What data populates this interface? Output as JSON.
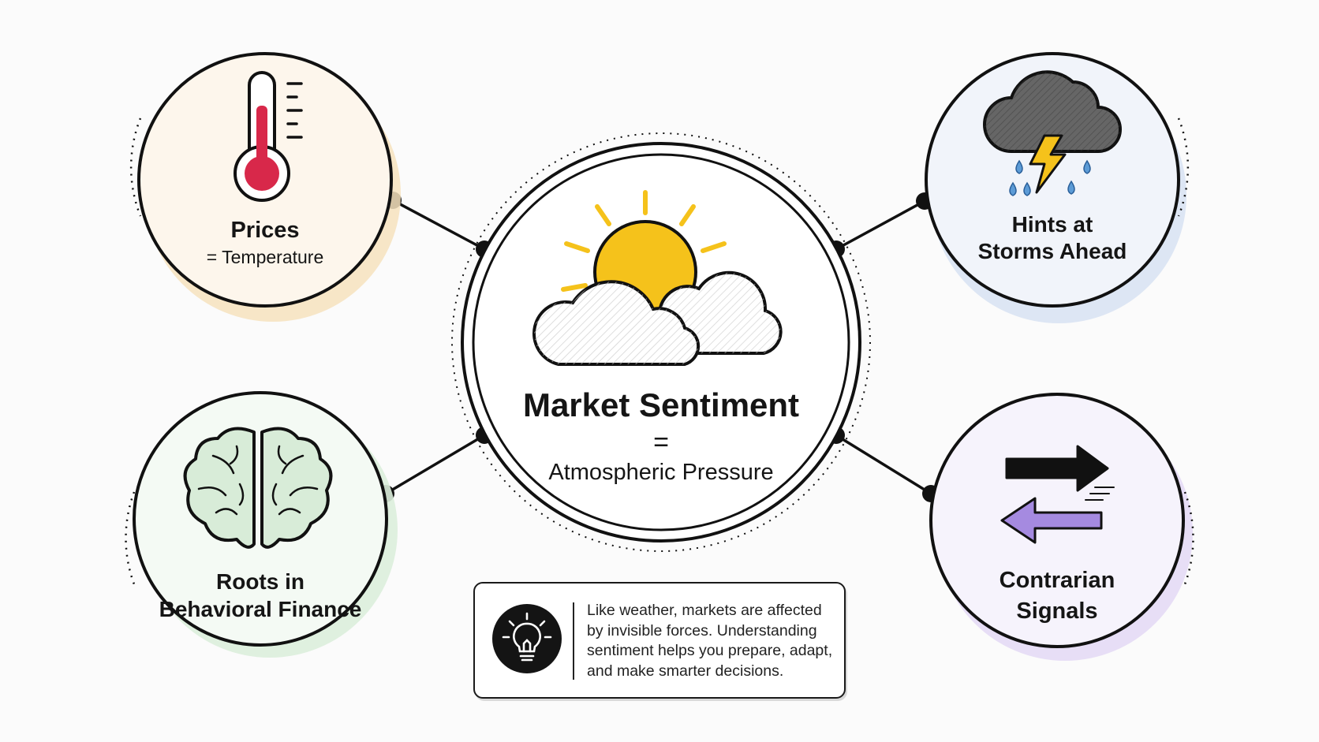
{
  "center": {
    "title": "Market Sentiment",
    "equals": "=",
    "subtitle": "Atmospheric Pressure",
    "icon": "sun-behind-cloud-icon"
  },
  "nodes": {
    "prices": {
      "title": "Prices",
      "subtitle": "= Temperature",
      "icon": "thermometer-icon",
      "tint": "#fdf6ec",
      "shadow": "#f6e2bd",
      "accent": "#d8284a"
    },
    "storms": {
      "line1": "Hints at",
      "line2": "Storms Ahead",
      "icon": "storm-cloud-icon",
      "tint": "#f1f4fa",
      "shadow": "#d9e3f3",
      "accent": "#f5c21b"
    },
    "behavioral": {
      "line1": "Roots in",
      "line2": "Behavioral Finance",
      "icon": "brain-icon",
      "tint": "#f4faf4",
      "shadow": "#dceedb",
      "accent": "#d8ecd8"
    },
    "contrarian": {
      "line1": "Contrarian",
      "line2": "Signals",
      "icon": "opposite-arrows-icon",
      "tint": "#f6f3fc",
      "shadow": "#e4daf5",
      "accent": "#a58ae0"
    }
  },
  "info": {
    "text": "Like weather, markets are affected by invisible forces. Understanding sentiment helps you prepare, adapt, and make smarter decisions.",
    "icon": "lightbulb-icon"
  },
  "colors": {
    "sun": "#f5c21b",
    "ink": "#151515"
  }
}
